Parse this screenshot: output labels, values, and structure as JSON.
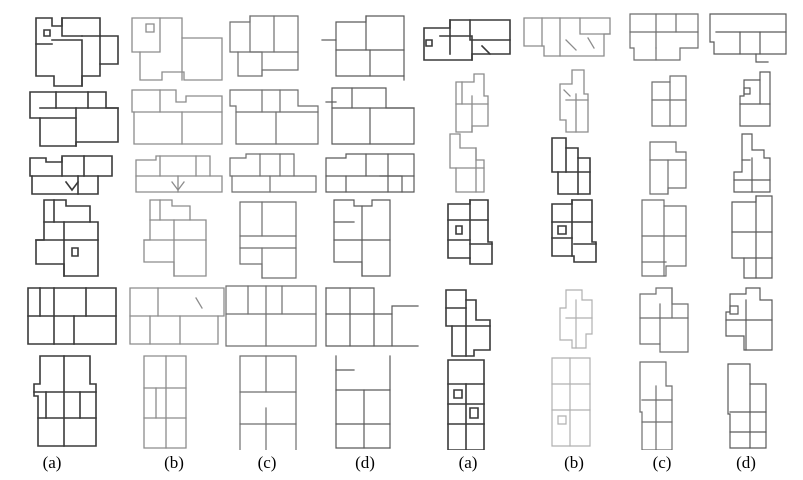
{
  "figure": {
    "column_labels": [
      "(a)",
      "(b)",
      "(c)",
      "(d)",
      "(a)",
      "(b)",
      "(c)",
      "(d)"
    ],
    "grid": {
      "groups": 2,
      "columns_per_group": 4,
      "rows": 6
    },
    "panel_content": "floor plan line drawings"
  }
}
